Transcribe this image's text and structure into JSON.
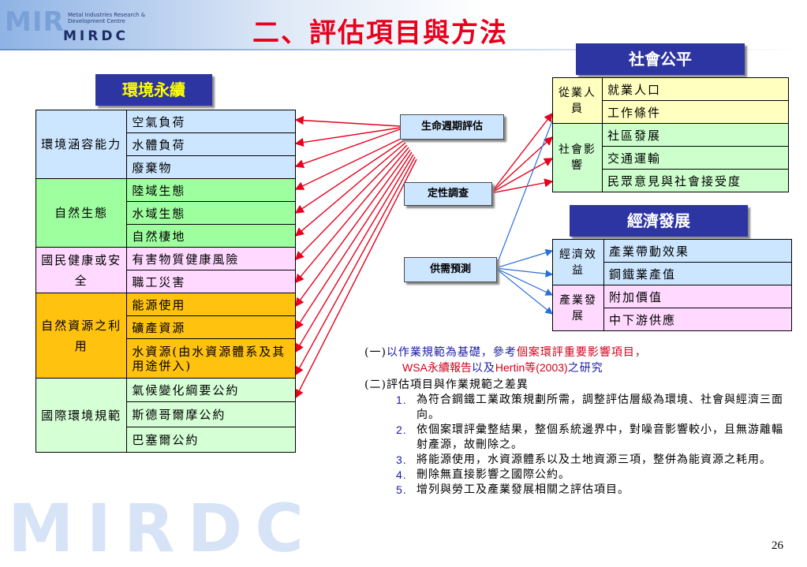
{
  "header": {
    "logo_big": "MIR",
    "logo_sub": "Metal Industries Research & Development Centre",
    "logo_small": "MIRDC",
    "title": "二、評估項目與方法"
  },
  "labels": {
    "environment": "環境永續",
    "social": "社會公平",
    "economic": "經濟發展"
  },
  "env_table": [
    {
      "category": "環境涵容能力",
      "color": "#cce6ff",
      "items": [
        "空氣負荷",
        "水體負荷",
        "廢棄物"
      ]
    },
    {
      "category": "自然生態",
      "color": "#9eff9e",
      "items": [
        "陸域生態",
        "水域生態",
        "自然棲地"
      ]
    },
    {
      "category": "國民健康或安全",
      "color": "#ffd9ff",
      "items": [
        "有害物質健康風險",
        "職工災害"
      ]
    },
    {
      "category": "自然資源之利用",
      "color": "#ffc20e",
      "items": [
        "能源使用",
        "礦產資源",
        "水資源(由水資源體系及其用途併入)"
      ]
    },
    {
      "category": "國際環境規範",
      "color": "#d5ffd5",
      "items": [
        "氣候變化綱要公約",
        "斯德哥爾摩公約",
        "巴塞爾公約"
      ]
    }
  ],
  "social_table": [
    {
      "category": "從業人員",
      "color": "#ffffc0",
      "items": [
        "就業人口",
        "工作條件"
      ]
    },
    {
      "category": "社會影響",
      "color": "#ccffcc",
      "items": [
        "社區發展",
        "交通運輸",
        "民眾意見與社會接受度"
      ]
    }
  ],
  "economic_table": [
    {
      "category": "經濟效益",
      "color": "#cce6ff",
      "items": [
        "產業帶動效果",
        "鋼鐵業產值"
      ]
    },
    {
      "category": "產業發展",
      "color": "#ffd9ff",
      "items": [
        "附加價值",
        "中下游供應"
      ]
    }
  ],
  "methods": {
    "lca": "生命週期評估",
    "qualitative": "定性調查",
    "supply_demand": "供需預測"
  },
  "notes": {
    "p1_num": "(一)",
    "p1_a": "以作業規範為基礎，參考",
    "p1_b": "個案環評重要影響項目，",
    "p1_c": "WSA永續報告",
    "p1_d": "以及",
    "p1_e": "Hertin等(2003)",
    "p1_f": "之研究",
    "p2_num": "(二)",
    "p2": "評估項目與作業規範之差異",
    "items": [
      {
        "num": "1.",
        "text": "為符合鋼鐵工業政策規劃所需，調整評估層級為環境、社會與經濟三面向。"
      },
      {
        "num": "2.",
        "text": "依個案環評彙整結果，整個系統邊界中，對噪音影響較小，且無游離輻射產源，故刪除之。"
      },
      {
        "num": "3.",
        "text": "將能源使用，水資源體系以及土地資源三項，整併為能資源之耗用。"
      },
      {
        "num": "4.",
        "text": "刪除無直接影響之國際公約。"
      },
      {
        "num": "5.",
        "text": "增列與勞工及產業發展相關之評估項目。"
      }
    ]
  },
  "watermark": "MIRDC",
  "page_number": "26"
}
